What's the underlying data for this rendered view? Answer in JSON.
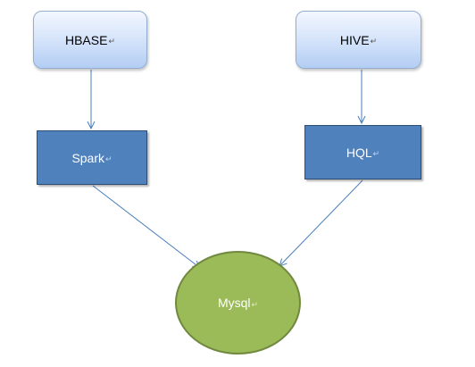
{
  "diagram": {
    "nodes": {
      "hbase": {
        "label": "HBASE",
        "mark": "↵"
      },
      "hive": {
        "label": "HIVE",
        "mark": "↵"
      },
      "spark": {
        "label": "Spark",
        "mark": "↵"
      },
      "hql": {
        "label": "HQL",
        "mark": "↵"
      },
      "mysql": {
        "label": "Mysql",
        "mark": "↵"
      }
    },
    "edges": [
      {
        "from": "HBASE",
        "to": "Spark"
      },
      {
        "from": "HIVE",
        "to": "HQL"
      },
      {
        "from": "Spark",
        "to": "Mysql"
      },
      {
        "from": "HQL",
        "to": "Mysql"
      }
    ],
    "colors": {
      "source_fill": "#c6d9f7",
      "processor_fill": "#4f81bd",
      "sink_fill": "#9bbb59",
      "edge": "#4a7ebb"
    }
  }
}
